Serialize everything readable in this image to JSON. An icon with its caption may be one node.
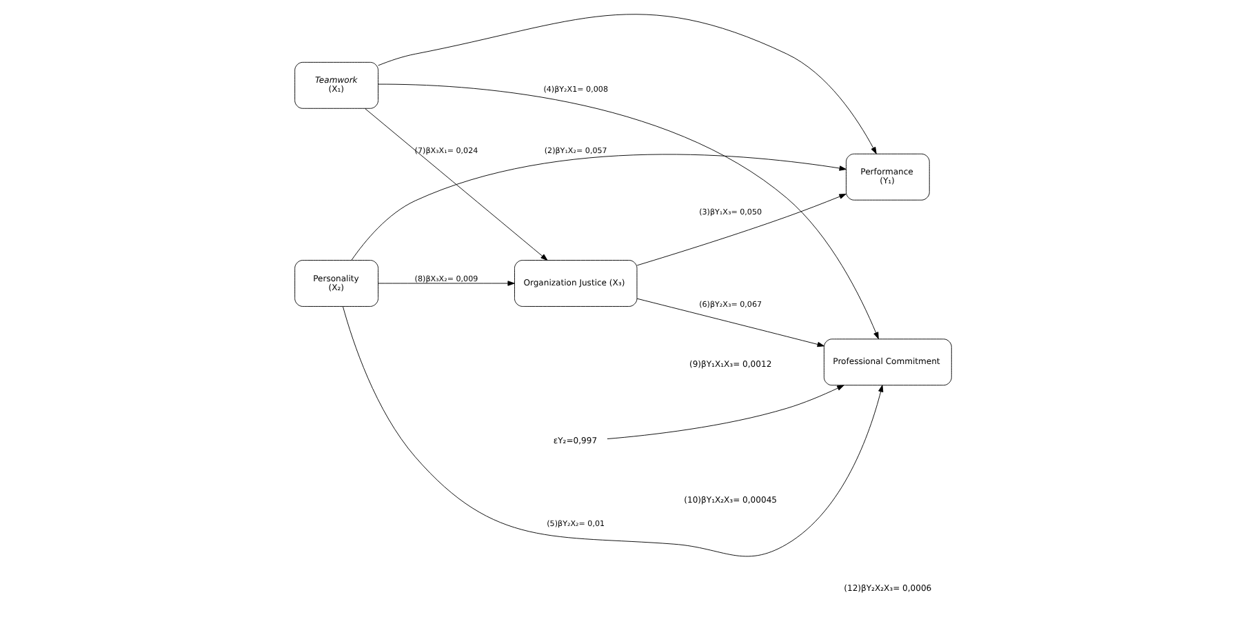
{
  "diagram": {
    "nodes": [
      {
        "text": [
          "Teamwork",
          "(X₁)"
        ]
      },
      {
        "text": [
          "Personality",
          "(X₂)"
        ]
      },
      {
        "text": [
          "Organization Justice (X₃)"
        ]
      },
      {
        "text": [
          "Performance",
          "(Y₁)"
        ]
      },
      {
        "text": [
          "Professional Commitment"
        ]
      },
      {
        "text": [
          "εY₂=0,997"
        ]
      }
    ],
    "edges": [
      {
        "from": 0,
        "to": 3,
        "arrow": "to"
      },
      {
        "from": 0,
        "to": 2,
        "arrow": "to",
        "label": "(7)βX₃X₁= 0,024"
      },
      {
        "from": 1,
        "to": 3,
        "arrow": "to",
        "label": "(2)βY₁X₂= 0,057"
      },
      {
        "from": 2,
        "to": 3,
        "arrow": "to",
        "label": "(3)βY₁X₃= 0,050"
      },
      {
        "from": 2,
        "to": 4,
        "arrow": "to",
        "label": "(6)βY₂X₃= 0,067"
      },
      {
        "from": 0,
        "to": 4,
        "arrow": "to",
        "label": "(4)βY₂X1= 0,008"
      },
      {
        "from": 1,
        "to": 2,
        "arrow": "to",
        "label": "(8)βX₃X₂= 0,009"
      },
      {
        "from": 1,
        "to": 4,
        "arrow": "to",
        "label": "(5)βY₂X₂= 0,01"
      },
      {
        "from": 5,
        "to": 4,
        "arrow": "to"
      }
    ],
    "labels": [
      "(9)βY₁X₁X₃= 0,0012",
      "(10)βY₁X₂X₃= 0,00045",
      "(12)βY₂X₂X₃= 0,0006"
    ]
  }
}
